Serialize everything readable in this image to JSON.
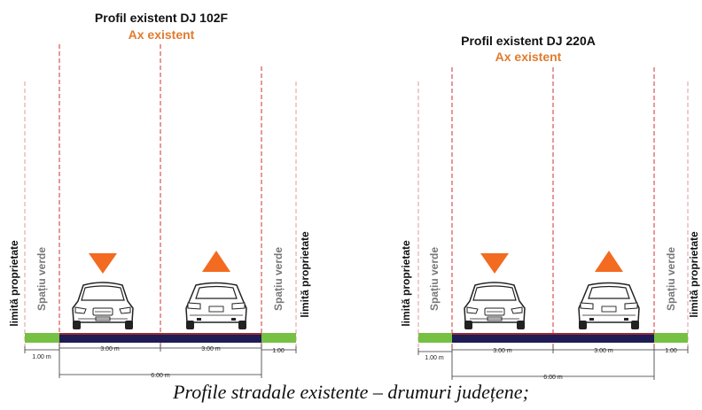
{
  "profiles": [
    {
      "title": "Profil existent DJ 102F",
      "subtitle": "Ax existent",
      "left_label": "limită proprietate",
      "right_label": "limită proprietate",
      "green_left": "Spațiu verde",
      "green_right": "Spațiu verde",
      "dim_green_left": "1.00 m",
      "dim_lane_left": "3.00 m",
      "dim_lane_right": "3.00 m",
      "dim_green_right": "1.00",
      "dim_total": "6.00 m"
    },
    {
      "title": "Profil existent DJ 220A",
      "subtitle": "Ax existent",
      "left_label": "limită proprietate",
      "right_label": "limită proprietate",
      "green_left": "Spațiu verde",
      "green_right": "Spațiu verde",
      "dim_green_left": "1.00 m",
      "dim_lane_left": "3.00 m",
      "dim_lane_right": "3.00 m",
      "dim_green_right": "1.00",
      "dim_total": "6.00 m"
    }
  ],
  "caption": "Profile stradale existente – drumuri județene;",
  "colors": {
    "green": "#76c043",
    "asphalt": "#1f1b55",
    "edge_line": "#c0312f",
    "arrow": "#f26b21",
    "axis_text": "#e07b2e",
    "dash_line": "#d32f2f"
  },
  "icons": [
    "down-triangle-icon",
    "up-triangle-icon",
    "car-front-icon",
    "car-rear-icon"
  ]
}
